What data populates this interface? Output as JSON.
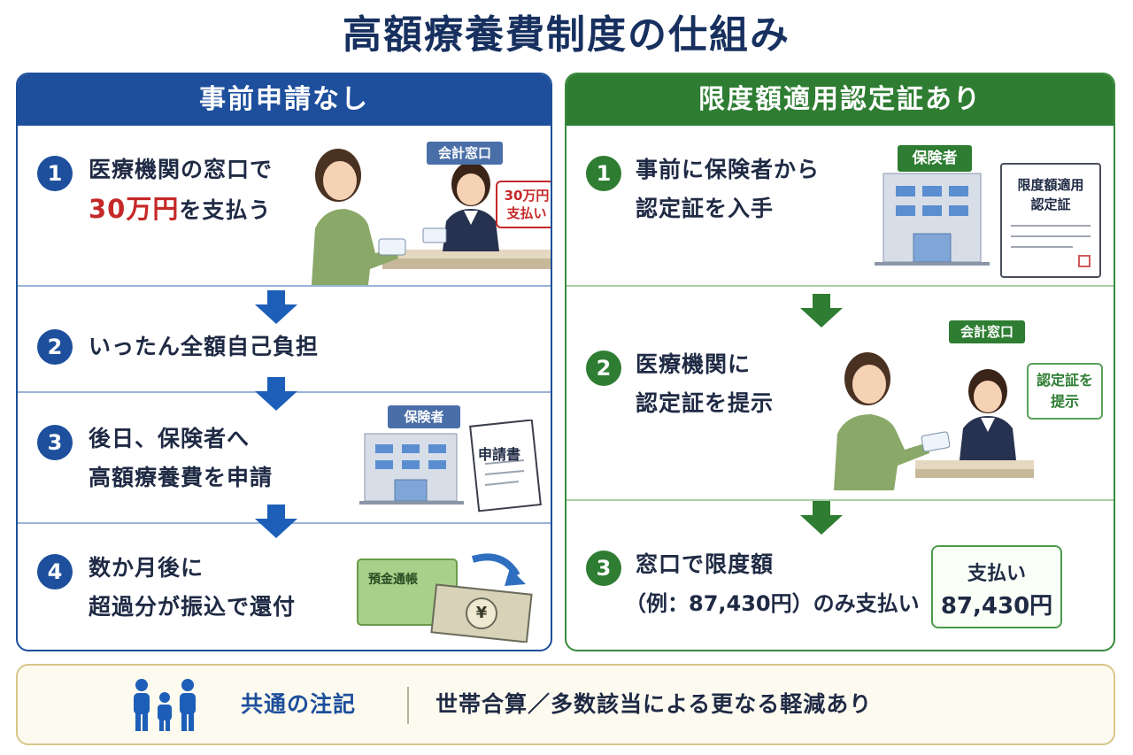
{
  "title": "高額療養費制度の仕組み",
  "colors": {
    "blue": "#1d4f9c",
    "green": "#2e7d32",
    "red": "#c62828",
    "cream": "#fdfaf0"
  },
  "left": {
    "header": "事前申請なし",
    "steps": [
      {
        "num": "1",
        "line1": "医療機関の窓口で",
        "line2_amount": "30万円",
        "line2_rest": "を支払う"
      },
      {
        "num": "2",
        "line1": "いったん全額自己負担"
      },
      {
        "num": "3",
        "line1": "後日、保険者へ",
        "line2": "高額療養費を申請"
      },
      {
        "num": "4",
        "line1": "数か月後に",
        "line2": "超過分が振込で還付"
      }
    ],
    "counter_label": "会計窓口",
    "note_line1": "30万円",
    "note_line2": "支払い",
    "insurer_label": "保険者",
    "document_label": "申請書",
    "passbook_label": "預金通帳",
    "yen_symbol": "¥"
  },
  "right": {
    "header": "限度額適用認定証あり",
    "steps": [
      {
        "num": "1",
        "line1": "事前に保険者から",
        "line2": "認定証を入手"
      },
      {
        "num": "2",
        "line1": "医療機関に",
        "line2": "認定証を提示"
      },
      {
        "num": "3",
        "line1": "窓口で限度額",
        "line2": "（例：87,430円）のみ支払い"
      }
    ],
    "insurer_label": "保険者",
    "certificate_line1": "限度額適用",
    "certificate_line2": "認定証",
    "counter_label": "会計窓口",
    "note_line1": "認定証を",
    "note_line2": "提示",
    "pay_label": "支払い",
    "pay_amount": "87,430円"
  },
  "footer": {
    "label": "共通の注記",
    "text": "世帯合算／多数該当による更なる軽減あり",
    "icon": "family-icon"
  }
}
